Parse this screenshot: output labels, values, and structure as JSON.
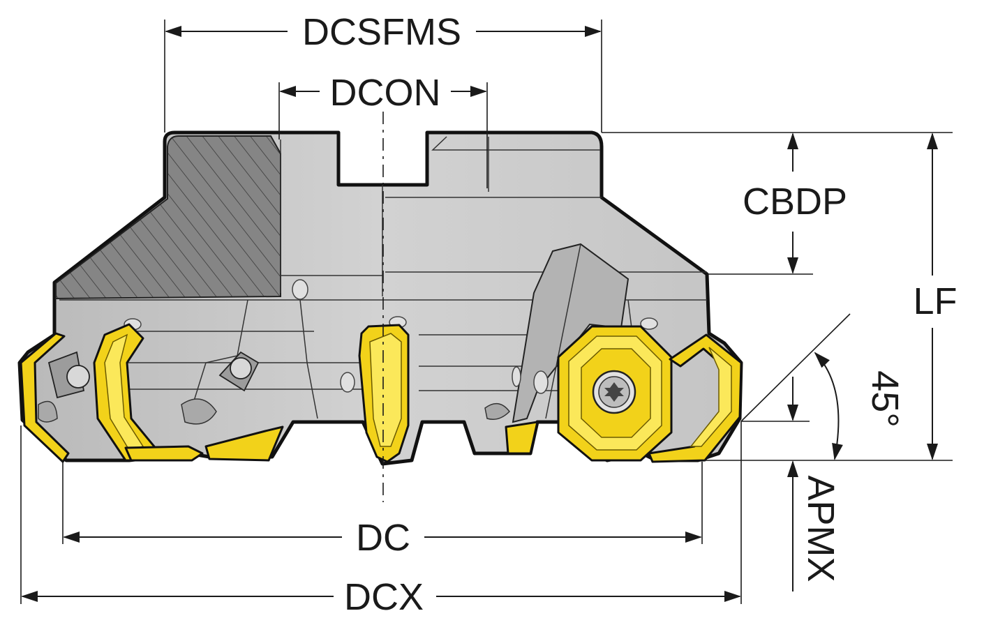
{
  "labels": {
    "dcsfms": "DCSFMS",
    "dcon": "DCON",
    "cbdp": "CBDP",
    "lf": "LF",
    "angle": "45°",
    "apmx": "APMX",
    "dc": "DC",
    "dcx": "DCX"
  },
  "colors": {
    "body_gray": "#c8c8c8",
    "body_dark": "#9a9a9a",
    "hatch_gray": "#7f7f7f",
    "insert_yellow": "#f2d21a",
    "line": "#1a1a1a"
  }
}
